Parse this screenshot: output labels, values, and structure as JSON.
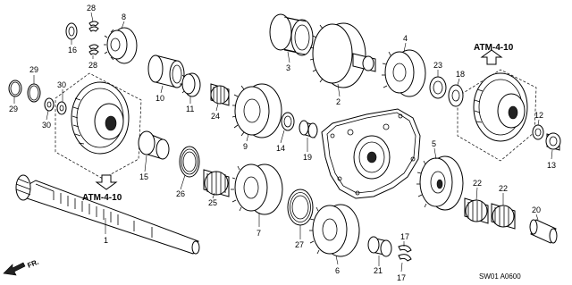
{
  "callouts": {
    "c1": "1",
    "c2": "2",
    "c3": "3",
    "c4": "4",
    "c5": "5",
    "c6": "6",
    "c7": "7",
    "c8": "8",
    "c9": "9",
    "c10": "10",
    "c11": "11",
    "c12": "12",
    "c13": "13",
    "c14": "14",
    "c15": "15",
    "c16": "16",
    "c17a": "17",
    "c17b": "17",
    "c18": "18",
    "c19": "19",
    "c20": "20",
    "c21": "21",
    "c22a": "22",
    "c22b": "22",
    "c23": "23",
    "c24": "24",
    "c25": "25",
    "c26": "26",
    "c27": "27",
    "c28a": "28",
    "c28b": "28",
    "c29a": "29",
    "c29b": "29",
    "c30a": "30",
    "c30b": "30"
  },
  "references": {
    "atm_left": "ATM-4-10",
    "atm_right": "ATM-4-10"
  },
  "diagram_code": "SW01 A0600",
  "direction_label": "FR."
}
